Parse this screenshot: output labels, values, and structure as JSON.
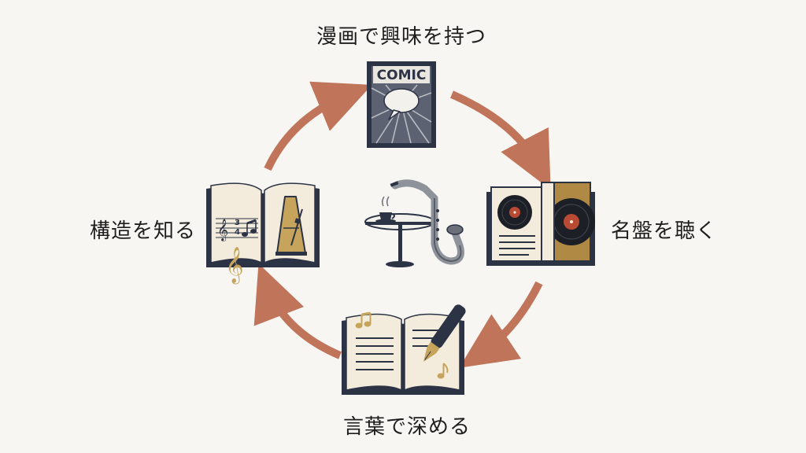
{
  "diagram": {
    "steps": [
      {
        "id": "comic",
        "label": "漫画で興味を持つ"
      },
      {
        "id": "records",
        "label": "名盤を聴く"
      },
      {
        "id": "words",
        "label": "言葉で深める"
      },
      {
        "id": "structure",
        "label": "構造を知る"
      }
    ],
    "comic_cover_text": "COMIC",
    "time_signature": {
      "top": "3",
      "bottom": "4"
    }
  },
  "colors": {
    "arrow": "#c0745a",
    "navy": "#2c3345",
    "paper": "#f3ecdc",
    "gold": "#c7a45c",
    "background": "#f7f6f3"
  },
  "icons": {
    "top": "comic-book-icon",
    "right": "vinyl-record-book-icon",
    "bottom": "notebook-fountain-pen-icon",
    "left": "music-theory-book-icon",
    "center": "cafe-table-saxophone-icon"
  }
}
